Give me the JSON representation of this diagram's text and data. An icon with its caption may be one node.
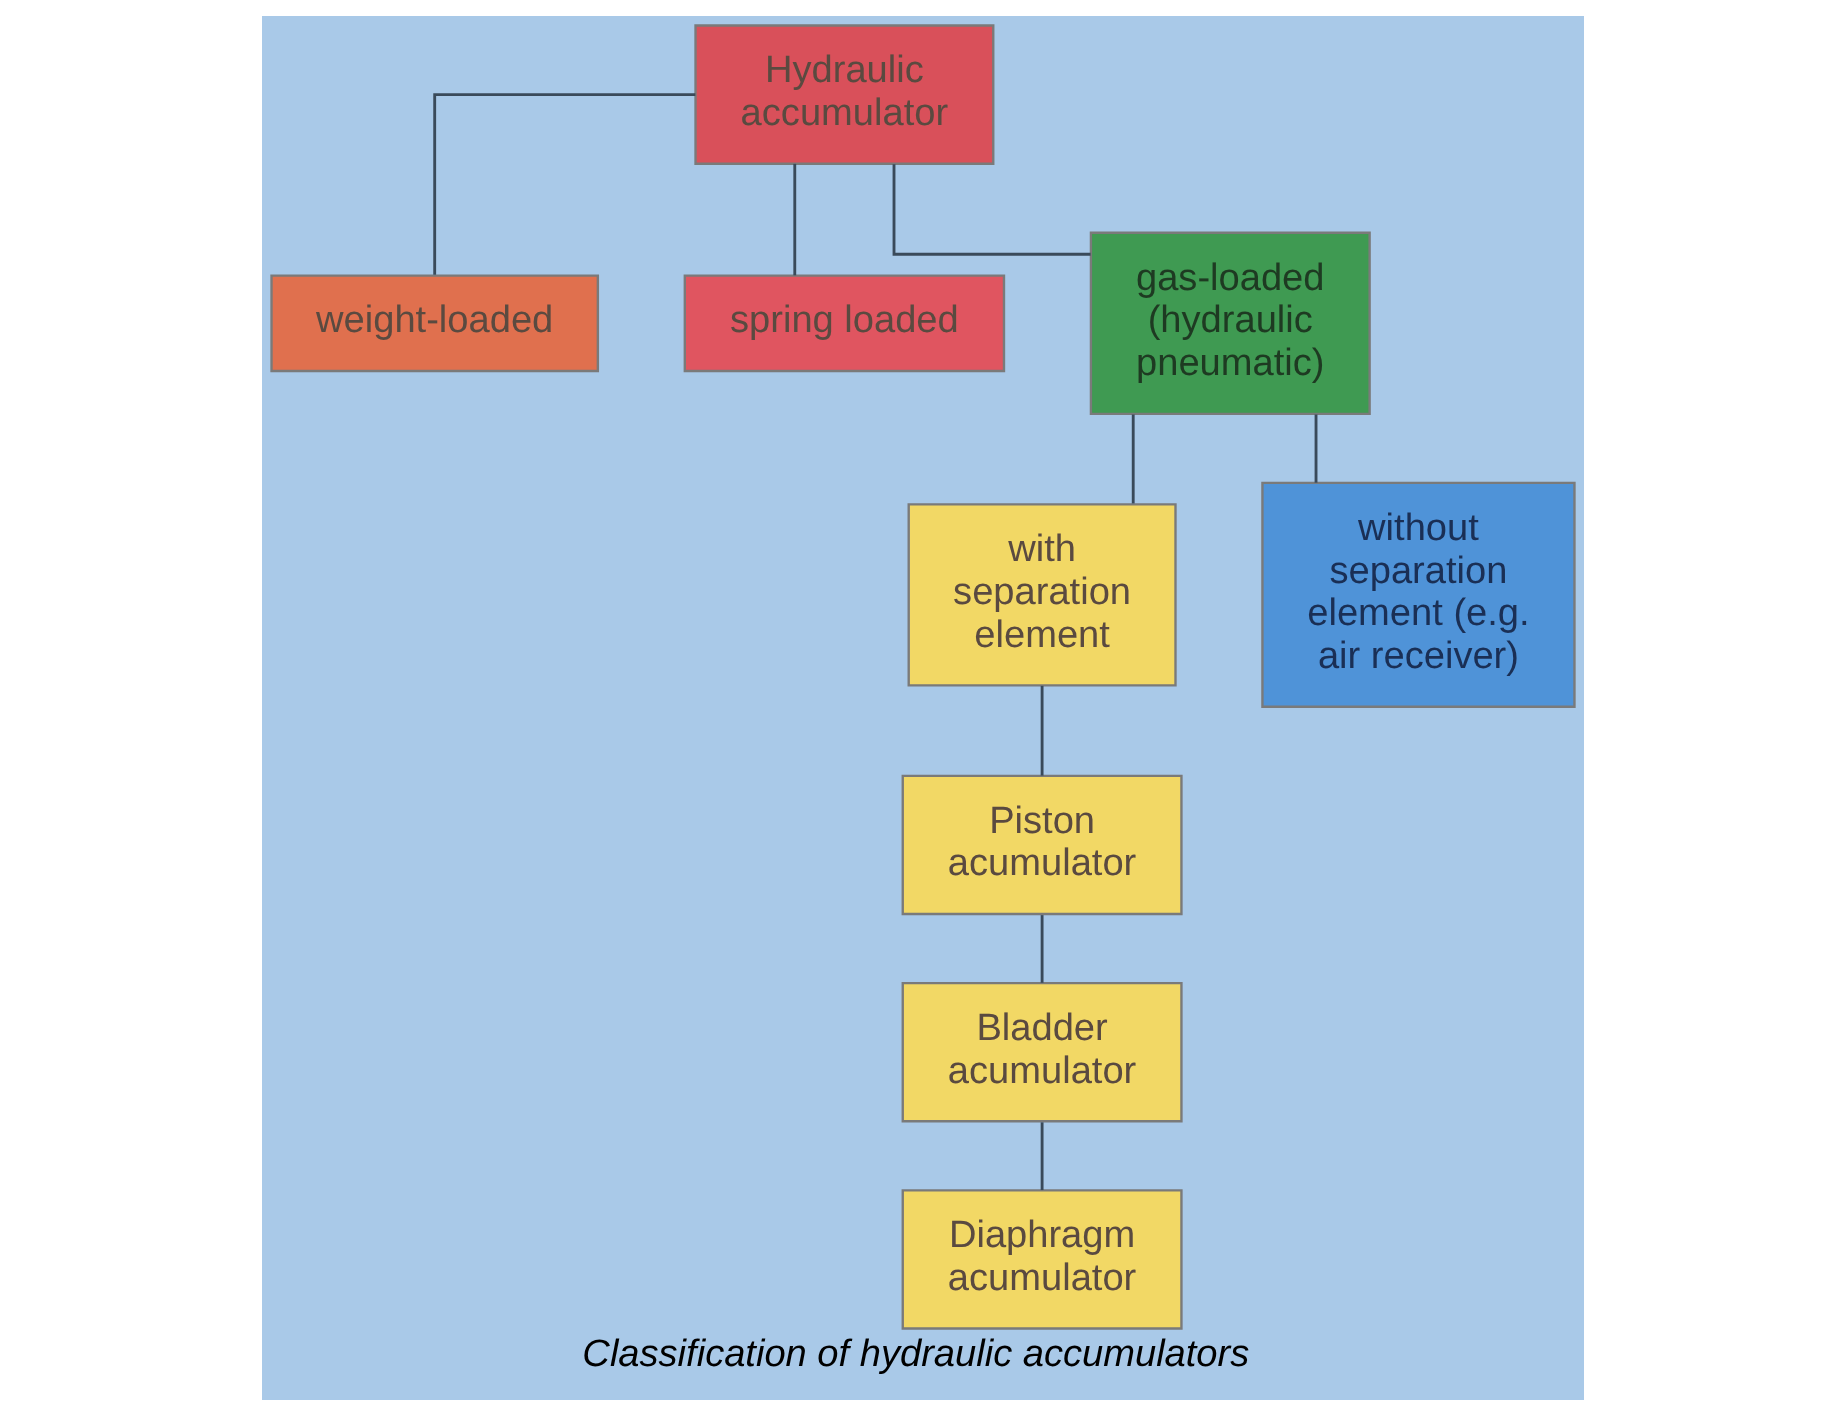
{
  "diagram": {
    "caption": "Classification of hydraulic accumulators",
    "nodes": [
      {
        "text": [
          "Hydraulic accumulator"
        ]
      },
      {
        "text": [
          "weight-loaded"
        ]
      },
      {
        "text": [
          "spring loaded"
        ]
      },
      {
        "text": [
          "gas-loaded (hydraulic pneumatic)"
        ]
      },
      {
        "text": [
          "with separation element"
        ]
      },
      {
        "text": [
          "without separation element (e.g. air receiver)"
        ]
      },
      {
        "text": [
          "Piston acumulator"
        ]
      },
      {
        "text": [
          "Bladder acumulator"
        ]
      },
      {
        "text": [
          "Diaphragm acumulator"
        ]
      }
    ],
    "edges": [
      {
        "from": 0,
        "to": 1,
        "arrow": "none"
      },
      {
        "from": 0,
        "to": 2,
        "arrow": "none"
      },
      {
        "from": 0,
        "to": 3,
        "arrow": "none"
      },
      {
        "from": 3,
        "to": 4,
        "arrow": "none"
      },
      {
        "from": 3,
        "to": 5,
        "arrow": "none"
      },
      {
        "from": 4,
        "to": 6,
        "arrow": "none"
      },
      {
        "from": 6,
        "to": 7,
        "arrow": "none"
      },
      {
        "from": 7,
        "to": 8,
        "arrow": "none"
      }
    ]
  }
}
